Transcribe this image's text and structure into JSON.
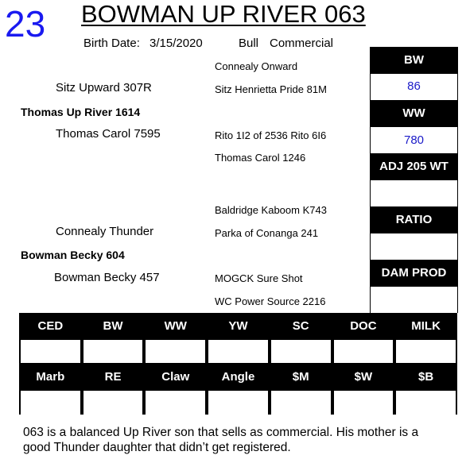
{
  "lot_number": "23",
  "animal_name": "BOWMAN UP RIVER 063",
  "birth_date_label": "Birth Date:",
  "birth_date": "3/15/2020",
  "sex": "Bull",
  "type": "Commercial",
  "pedigree": {
    "sire": "Thomas Up River 1614",
    "sire_sire": "Sitz Upward 307R",
    "sire_dam": "Thomas Carol 7595",
    "sire_sire_sire": "Connealy Onward",
    "sire_sire_dam": "Sitz Henrietta Pride 81M",
    "sire_dam_sire": "Rito 1I2 of 2536 Rito 6I6",
    "sire_dam_dam": "Thomas Carol 1246",
    "dam": "Bowman Becky 604",
    "dam_sire": "Connealy Thunder",
    "dam_dam": "Bowman Becky 457",
    "dam_sire_sire": "Baldridge Kaboom K743",
    "dam_sire_dam": "Parka of Conanga 241",
    "dam_dam_sire": "MOGCK Sure Shot",
    "dam_dam_dam": "WC Power Source 2216"
  },
  "stats_box": {
    "bw_label": "BW",
    "bw_value": "86",
    "ww_label": "WW",
    "ww_value": "780",
    "adj205_label": "ADJ 205 WT",
    "adj205_value": "",
    "ratio_label": "RATIO",
    "ratio_value": "",
    "damprod_label": "DAM  PROD",
    "damprod_value": ""
  },
  "epd_row1": {
    "headers": [
      "CED",
      "BW",
      "WW",
      "YW",
      "SC",
      "DOC",
      "MILK"
    ],
    "values": [
      "",
      "",
      "",
      "",
      "",
      "",
      ""
    ]
  },
  "epd_row2": {
    "headers": [
      "Marb",
      "RE",
      "Claw",
      "Angle",
      "$M",
      "$W",
      "$B"
    ],
    "values": [
      "",
      "",
      "",
      "",
      "",
      "",
      ""
    ]
  },
  "notes": "063 is a balanced Up River son that sells as commercial.  His mother is a good Thunder daughter that didn’t get registered.",
  "colors": {
    "lot_number": "#1a1af0",
    "stat_values": "#1a1ac8"
  }
}
